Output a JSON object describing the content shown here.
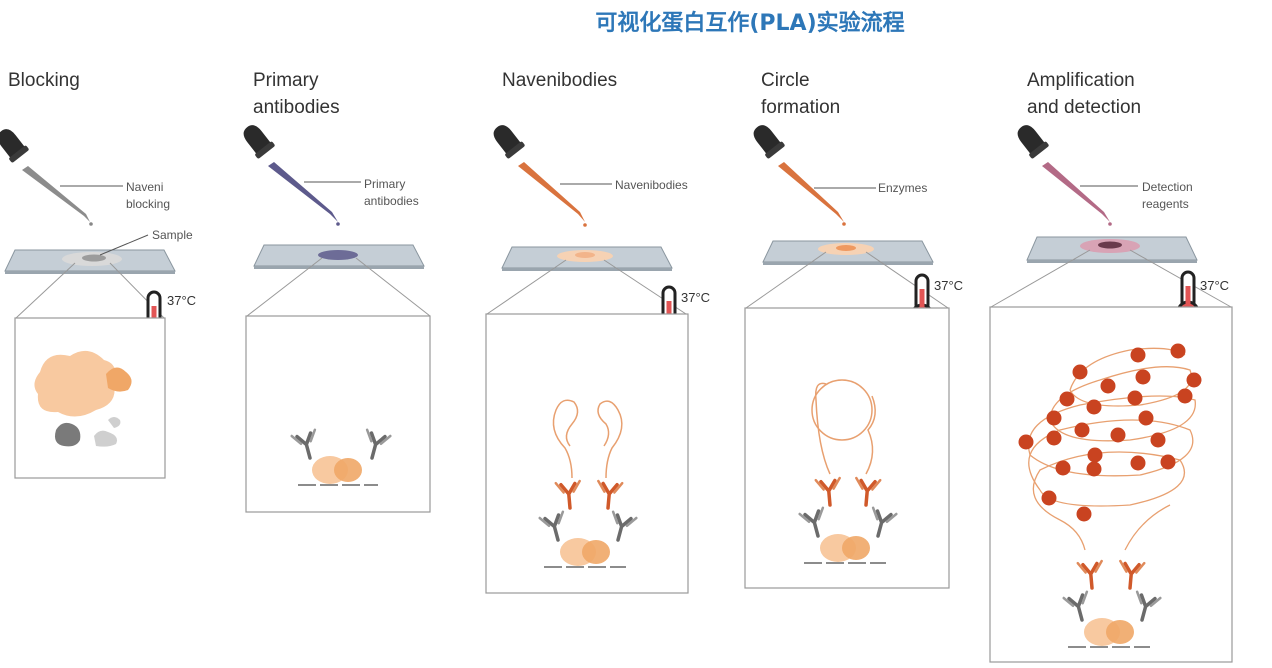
{
  "title": "可视化蛋白互作(PLA)实验流程",
  "steps": [
    {
      "title": "Blocking",
      "labels": [
        "Naveni\nblocking",
        "Sample"
      ],
      "temperature": "37°C"
    },
    {
      "title": "Primary\nantibodies",
      "labels": [
        "Primary\nantibodies"
      ],
      "temperature": ""
    },
    {
      "title": "Navenibodies",
      "labels": [
        "Navenibodies"
      ],
      "temperature": "37°C"
    },
    {
      "title": "Circle\nformation",
      "labels": [
        "Enzymes"
      ],
      "temperature": "37°C"
    },
    {
      "title": "Amplification\nand detection",
      "labels": [
        "Detection\nreagents"
      ],
      "temperature": "37°C"
    }
  ],
  "colors": {
    "title": "#2d77b8",
    "sample": "#f8c9a0",
    "antibody_grey": "#6b6b6b",
    "navenibody_orange": "#d0592a",
    "detection_dot": "#c94320",
    "primary_dropper": "#5d5a8c",
    "detection_dropper": "#b36a86"
  }
}
